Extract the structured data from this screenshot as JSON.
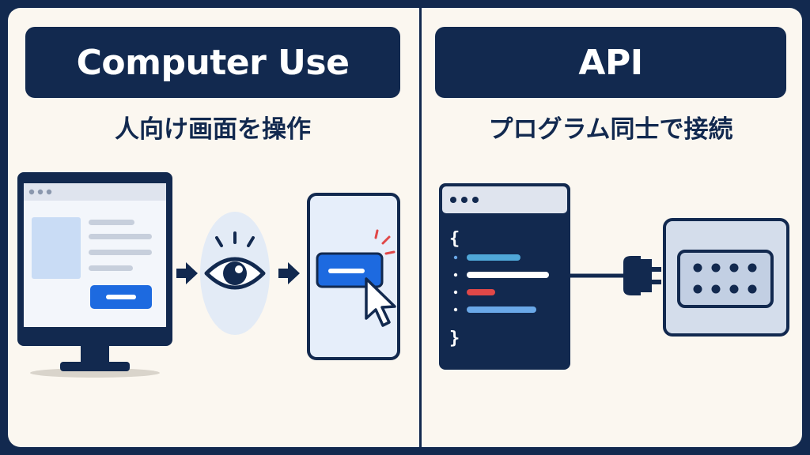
{
  "left_panel": {
    "title": "Computer Use",
    "subtitle": "人向け画面を操作"
  },
  "right_panel": {
    "title": "API",
    "subtitle": "プログラム同士で接続"
  },
  "code_window": {
    "open_brace": "{",
    "close_brace": "}"
  },
  "colors": {
    "navy": "#12294f",
    "background": "#fbf7f0",
    "accent_blue": "#1d6ae0",
    "code_cyan": "#4fa7d8",
    "code_red": "#e04848",
    "code_light_blue": "#6aa8e8",
    "click_red": "#e04848"
  },
  "icons": [
    "monitor-icon",
    "arrow-right-icon",
    "eye-icon",
    "mouse-cursor-icon",
    "code-window-icon",
    "plug-icon",
    "socket-icon"
  ]
}
